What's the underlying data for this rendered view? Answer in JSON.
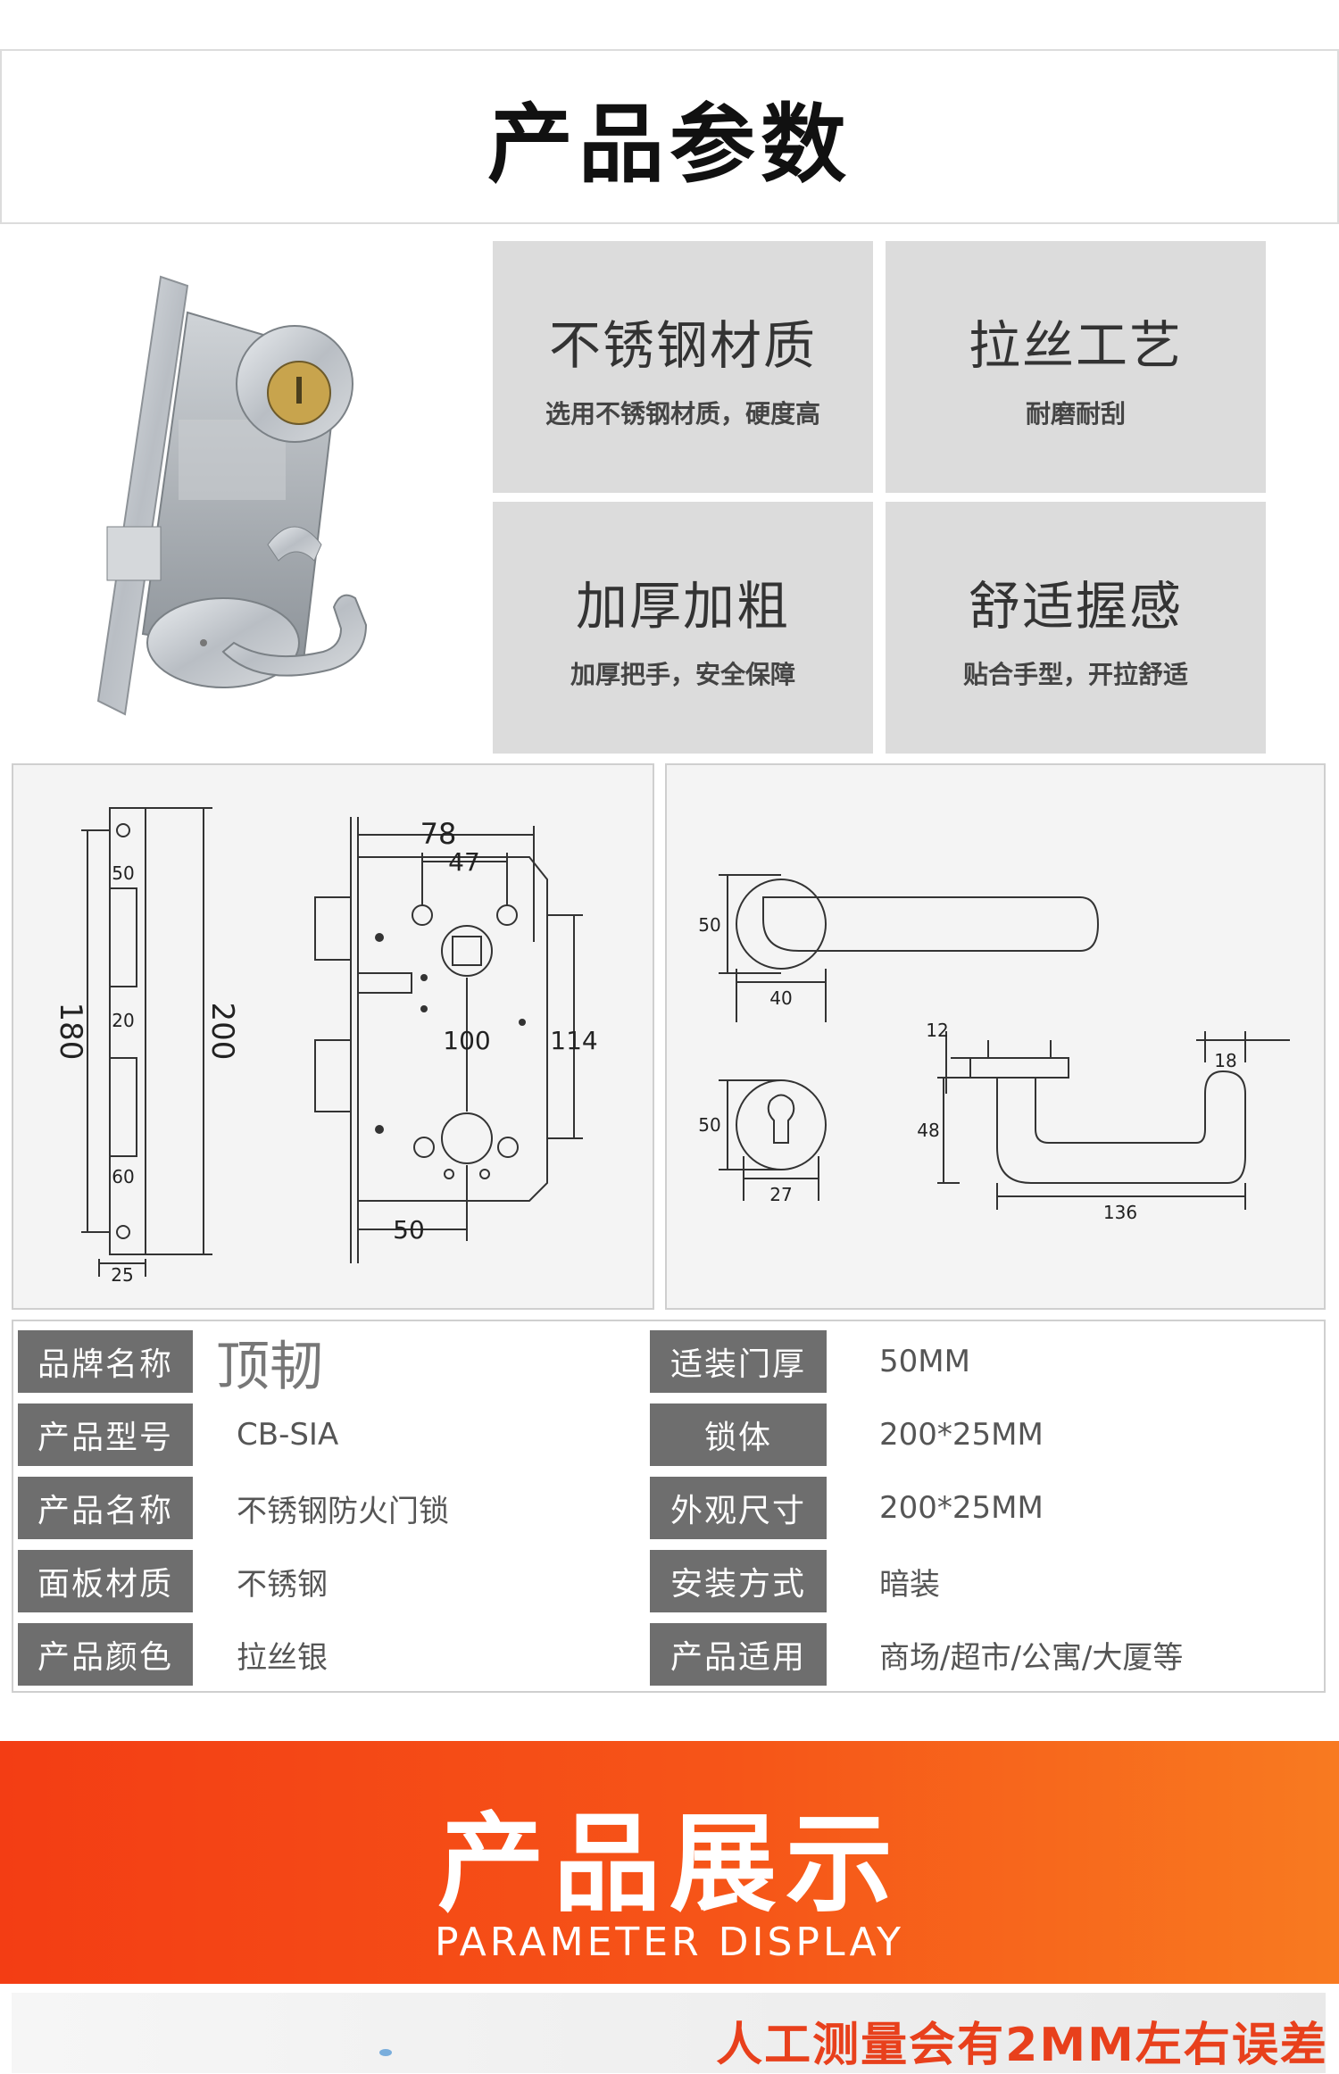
{
  "header": {
    "title": "产品参数"
  },
  "features": [
    {
      "title": "不锈钢材质",
      "desc": "选用不锈钢材质，硬度高"
    },
    {
      "title": "拉丝工艺",
      "desc": "耐磨耐刮"
    },
    {
      "title": "加厚加粗",
      "desc": "加厚把手，安全保障"
    },
    {
      "title": "舒适握感",
      "desc": "贴合手型，开拉舒适"
    }
  ],
  "lock_body_dimensions": {
    "d180": "180",
    "d200": "200",
    "d50_top": "50",
    "d20": "20",
    "d60": "60",
    "d25": "25",
    "d78": "78",
    "d47": "47",
    "d100": "100",
    "d114": "114",
    "d50_bottom": "50"
  },
  "handle_dimensions": {
    "rose_height": "50",
    "rose_width": "40",
    "escutcheon_height": "50",
    "escutcheon_width": "27",
    "lever_12": "12",
    "lever_18": "18",
    "lever_48": "48",
    "lever_136": "136"
  },
  "specs": {
    "left": [
      {
        "label": "品牌名称",
        "value": "顶韧"
      },
      {
        "label": "产品型号",
        "value": "CB-SIA"
      },
      {
        "label": "产品名称",
        "value": "不锈钢防火门锁"
      },
      {
        "label": "面板材质",
        "value": "不锈钢"
      },
      {
        "label": "产品颜色",
        "value": "拉丝银"
      }
    ],
    "right": [
      {
        "label": "适装门厚",
        "value": "50MM"
      },
      {
        "label": "锁体",
        "value": "200*25MM"
      },
      {
        "label": "外观尺寸",
        "value": "200*25MM"
      },
      {
        "label": "安装方式",
        "value": "暗装"
      },
      {
        "label": "产品适用",
        "value": "商场/超市/公寓/大厦等"
      }
    ]
  },
  "banner": {
    "title": "产品展示",
    "subtitle": "PARAMETER DISPLAY"
  },
  "bottom": {
    "note": "人工测量会有2MM左右误差"
  },
  "colors": {
    "banner_start": "#f33d14",
    "banner_end": "#f87a20",
    "spec_label_bg": "#6e6e6e",
    "note_red": "#e8401c"
  }
}
